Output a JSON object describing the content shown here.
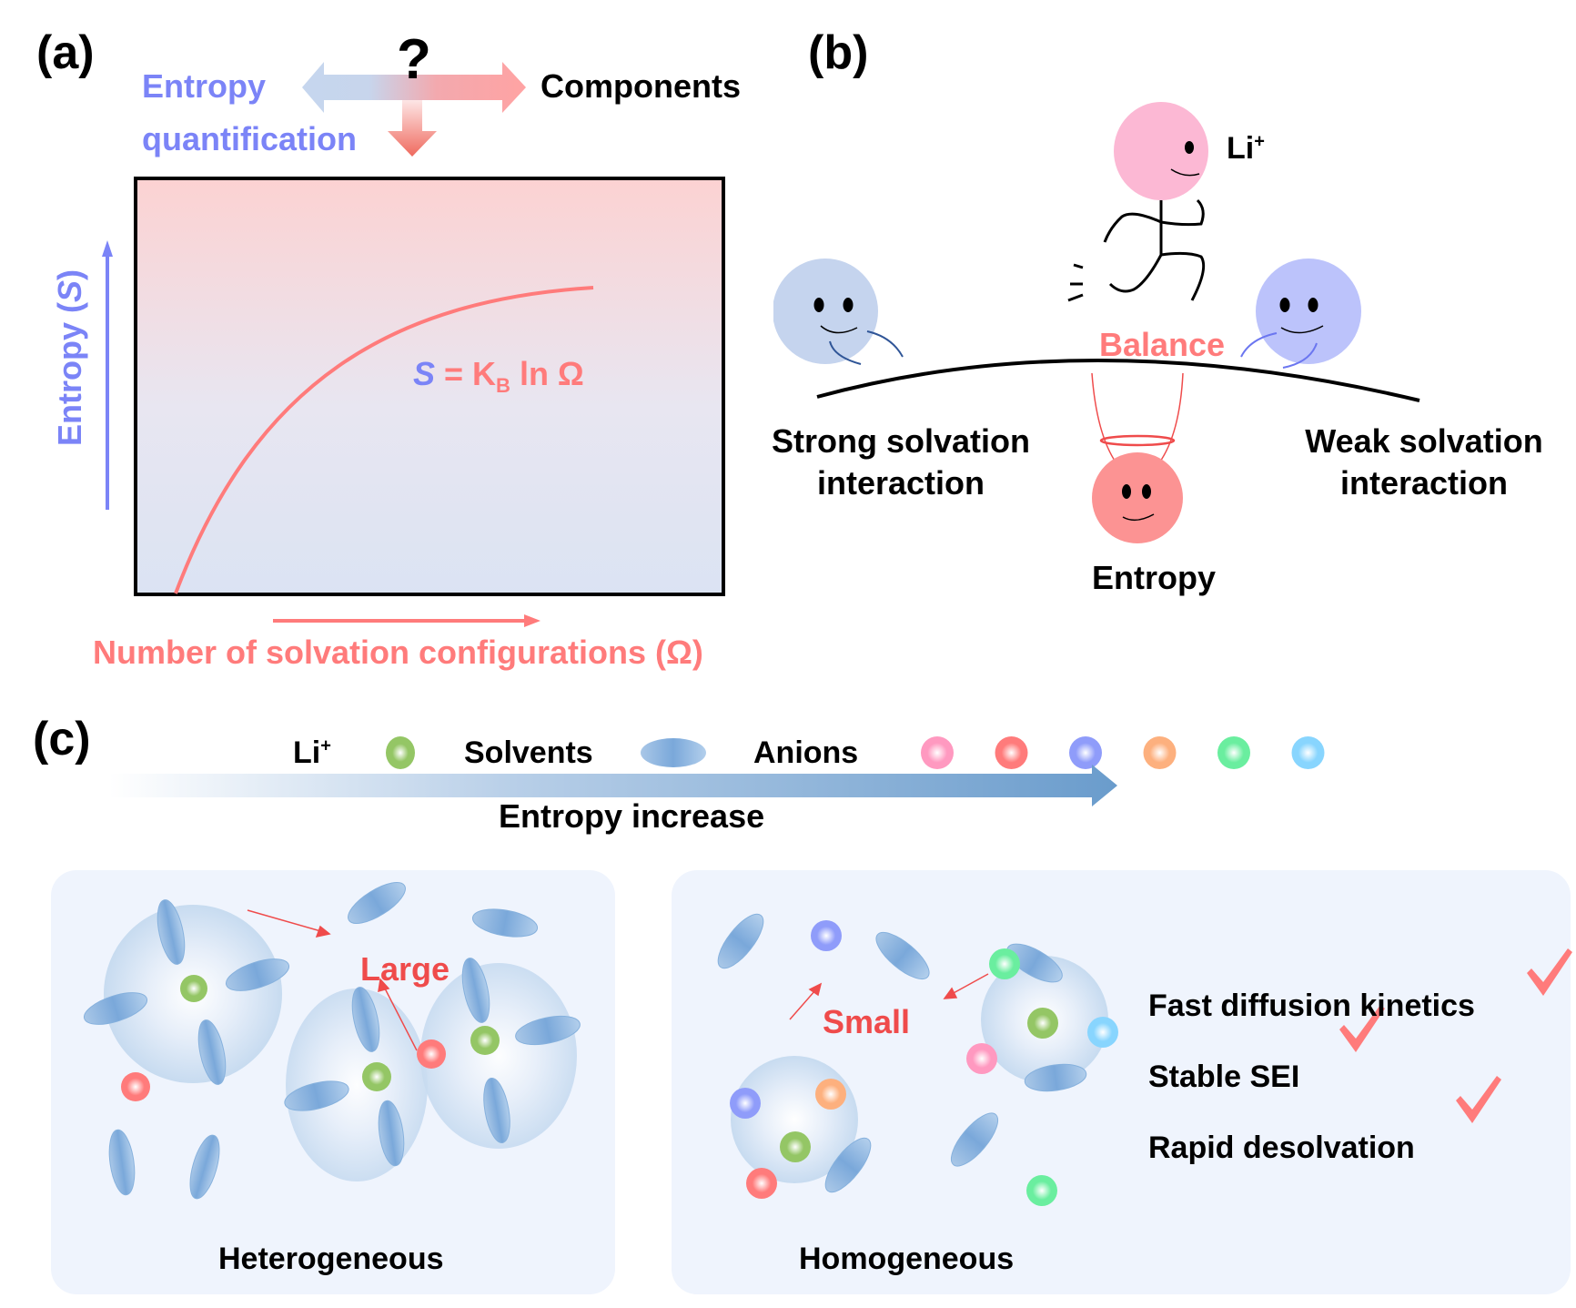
{
  "panels": {
    "a": {
      "label": "(a)",
      "question_mark": "?",
      "left_term_line1": "Entropy",
      "left_term_line2": "quantification",
      "right_term": "Components",
      "y_axis_label_prefix": "Entropy (",
      "y_axis_label_symbol": "S",
      "y_axis_label_suffix": ")",
      "x_axis_label": "Number of solvation configurations (Ω)",
      "equation": {
        "lhs": "S",
        "eq": " = K",
        "sub": "B",
        "rhs": " ln Ω"
      },
      "colors": {
        "blue": "#7b84f7",
        "red": "#ff7b7b",
        "frame": "#000000",
        "bg_top": "#fcd2d2",
        "bg_bottom": "#dde4f3"
      }
    },
    "b": {
      "label": "(b)",
      "runner_label": "Li",
      "runner_sup": "+",
      "balance_label": "Balance",
      "left_label_line1": "Strong solvation",
      "left_label_line2": "interaction",
      "right_label_line1": "Weak solvation",
      "right_label_line2": "interaction",
      "bottom_label": "Entropy",
      "colors": {
        "runner_head": "#fcb8d4",
        "left_face": "#c5d4ee",
        "right_face": "#bcc3fb",
        "entropy_face": "#fc9393",
        "balance_text": "#ff7b7b"
      }
    },
    "c": {
      "label": "(c)",
      "legend": {
        "li_label": "Li",
        "li_sup": "+",
        "solvents_label": "Solvents",
        "anions_label": "Anions",
        "anion_colors": [
          "#ff99c0",
          "#ff7b7b",
          "#8f9cfa",
          "#fdb07e",
          "#6aee9f",
          "#88d5fe"
        ],
        "li_color": "#94c665",
        "solvent_color": "#86b1dd"
      },
      "arrow_label": "Entropy increase",
      "heterogeneous": {
        "title": "Heterogeneous",
        "annotation": "Large"
      },
      "homogeneous": {
        "title": "Homogeneous",
        "annotation": "Small",
        "benefits": [
          "Fast diffusion kinetics",
          "Stable SEI",
          "Rapid desolvation"
        ]
      }
    }
  }
}
